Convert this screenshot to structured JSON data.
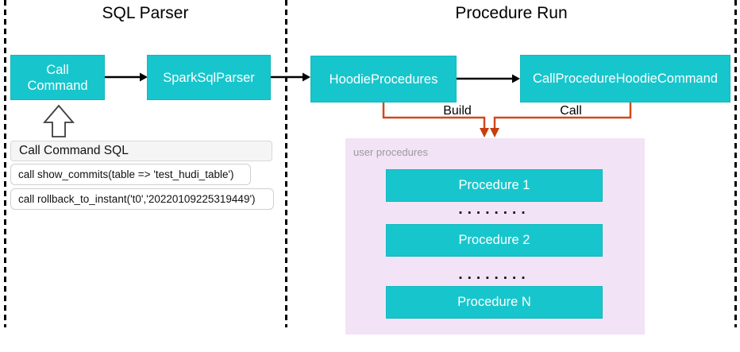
{
  "sections": {
    "sql_parser": {
      "title": "SQL Parser"
    },
    "procedure_run": {
      "title": "Procedure Run"
    }
  },
  "nodes": {
    "call_command": "Call Command",
    "spark_sql_parser": "SparkSqlParser",
    "hoodie_procedures": "HoodieProcedures",
    "call_procedure_hoodie_command": "CallProcedureHoodieCommand"
  },
  "edges": {
    "build_label": "Build",
    "call_label": "Call"
  },
  "sql_panel": {
    "header": "Call Command SQL",
    "rows": [
      "call show_commits(table => 'test_hudi_table')",
      "call rollback_to_instant('t0','20220109225319449')"
    ]
  },
  "user_procedures": {
    "label": "user procedures",
    "items": [
      "Procedure 1",
      "Procedure 2",
      "Procedure N"
    ],
    "dots": "........"
  },
  "colors": {
    "teal": "#17C6CC",
    "orange": "#D1491C",
    "purple_panel": "#F2E3F6",
    "black": "#000000"
  }
}
